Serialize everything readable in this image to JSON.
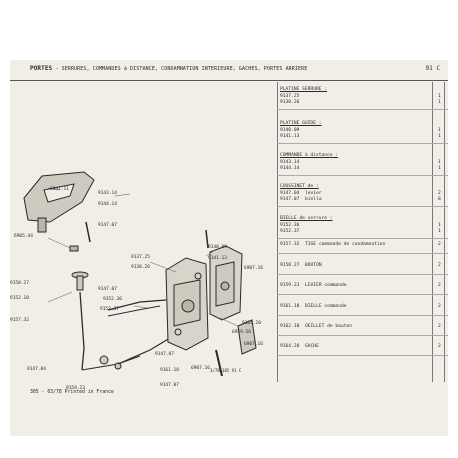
{
  "header": {
    "section": "PORTES",
    "subtitle": "- SERRURES, COMMANDES à DISTANCE, CONDAMNATION INTERIEURE, GACHES, PORTES ARRIERE",
    "page": "91 C"
  },
  "diagram": {
    "labels": [
      "6941.11",
      "9143.14",
      "9144.14",
      "9147.07",
      "6905.44",
      "9137.25",
      "9138.26",
      "9140.09",
      "9141.13",
      "6907.16",
      "9158.27",
      "9152.10",
      "9147.07",
      "9152.36",
      "9152.37",
      "9157.32",
      "9164.20",
      "6959.56",
      "6907.16",
      "9147.04",
      "9147.07",
      "9161.18",
      "9147.07",
      "9159.23",
      "6907.16"
    ]
  },
  "parts_table": {
    "groups": [
      {
        "header": "PLATINE SERRURE :",
        "rows": [
          {
            "code": "9137.25",
            "desc": "",
            "qty": "1"
          },
          {
            "code": "9138.26",
            "desc": "",
            "qty": "1"
          }
        ]
      },
      {
        "header": "PLATINE GUIDE :",
        "rows": [
          {
            "code": "9140.09",
            "desc": "",
            "qty": "1"
          },
          {
            "code": "9141.13",
            "desc": "",
            "qty": "1"
          }
        ]
      },
      {
        "header": "COMMANDE à distance :",
        "rows": [
          {
            "code": "9143.14",
            "desc": "",
            "qty": "1"
          },
          {
            "code": "9144.14",
            "desc": "",
            "qty": "1"
          }
        ]
      },
      {
        "header": "COUSSINET de :",
        "rows": [
          {
            "code": "9147.04",
            "desc": "levier",
            "qty": "2"
          },
          {
            "code": "9147.07",
            "desc": "biella",
            "qty": "8"
          }
        ]
      },
      {
        "header": "BIELLE de serrure :",
        "rows": [
          {
            "code": "9152.36",
            "desc": "",
            "qty": "1"
          },
          {
            "code": "9152.37",
            "desc": "",
            "qty": "1"
          }
        ]
      }
    ],
    "items": [
      {
        "code": "9157.32",
        "desc": "TIGE commande de condamnation",
        "qty": "2"
      },
      {
        "code": "9158.27",
        "desc": "BOUTON",
        "qty": "2"
      },
      {
        "code": "9159.23",
        "desc": "LEVIER commande",
        "qty": "2"
      },
      {
        "code": "9161.18",
        "desc": "BIELLE commande",
        "qty": "2"
      },
      {
        "code": "9162.10",
        "desc": "OEILLET de bouton",
        "qty": "2"
      },
      {
        "code": "9164.20",
        "desc": "GACHE",
        "qty": "2"
      }
    ]
  },
  "doc_ref": "3/78 305 91 C",
  "footer": "305 - 03/78 Printed in France"
}
